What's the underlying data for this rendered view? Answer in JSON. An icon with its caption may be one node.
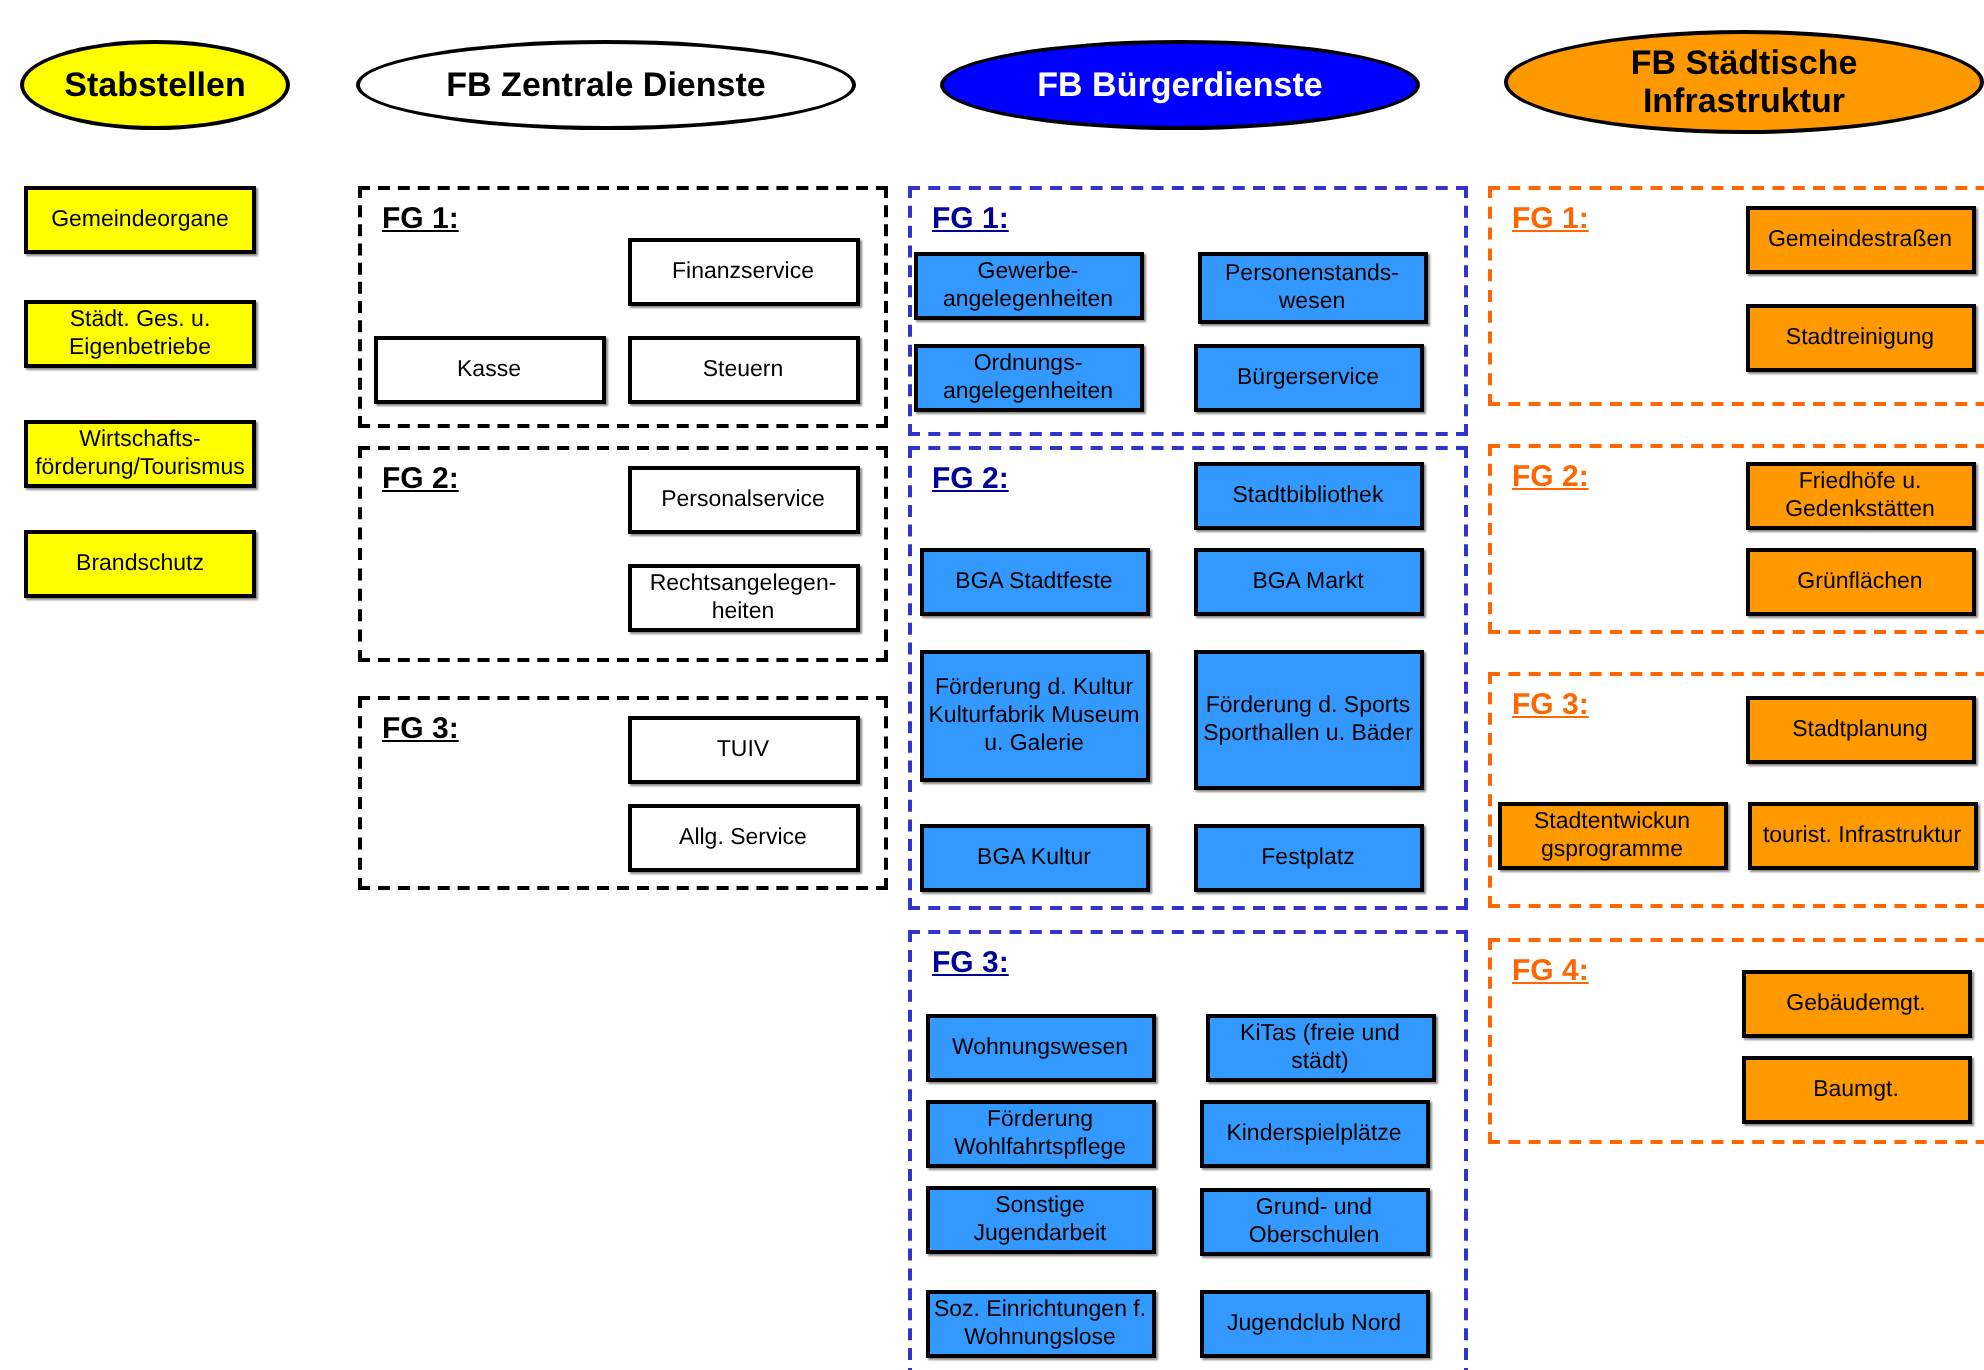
{
  "diagram": {
    "nodes": [
      {
        "text": [
          "Stabstellen"
        ]
      },
      {
        "text": [
          "FB Zentrale Dienste"
        ]
      },
      {
        "text": [
          "FB Bürgerdienste"
        ]
      },
      {
        "text": [
          "FB Städtische Infrastruktur"
        ]
      },
      {
        "text": [
          "Gemeindeorgane"
        ]
      },
      {
        "text": [
          "Städt. Ges. u. Eigenbetriebe"
        ]
      },
      {
        "text": [
          "Wirtschafts- förderung/Tourismus"
        ]
      },
      {
        "text": [
          "Brandschutz"
        ]
      },
      {
        "text": [
          "FG 1:"
        ]
      },
      {
        "text": [
          "Finanzservice"
        ],
        "in": 8
      },
      {
        "text": [
          "Kasse"
        ],
        "in": 8
      },
      {
        "text": [
          "Steuern"
        ],
        "in": 8
      },
      {
        "text": [
          "FG 2:"
        ]
      },
      {
        "text": [
          "Personalservice"
        ],
        "in": 12
      },
      {
        "text": [
          "Rechtsangelegen- heiten"
        ],
        "in": 12
      },
      {
        "text": [
          "FG 3:"
        ]
      },
      {
        "text": [
          "TUIV"
        ],
        "in": 15
      },
      {
        "text": [
          "Allg. Service"
        ],
        "in": 15
      },
      {
        "text": [
          "FG 1:"
        ]
      },
      {
        "text": [
          "Gewerbe- angelegenheiten"
        ],
        "in": 18
      },
      {
        "text": [
          "Personenstands- wesen"
        ],
        "in": 18
      },
      {
        "text": [
          "Ordnungs- angelegenheiten"
        ],
        "in": 18
      },
      {
        "text": [
          "Bürgerservice"
        ],
        "in": 18
      },
      {
        "text": [
          "FG 2:"
        ]
      },
      {
        "text": [
          "Stadtbibliothek"
        ],
        "in": 23
      },
      {
        "text": [
          "BGA Stadtfeste"
        ],
        "in": 23
      },
      {
        "text": [
          "BGA Markt"
        ],
        "in": 23
      },
      {
        "text": [
          "Förderung d. Kultur Kulturfabrik Museum u. Galerie"
        ],
        "in": 23
      },
      {
        "text": [
          "Förderung d. Sports Sporthallen u. Bäder"
        ],
        "in": 23
      },
      {
        "text": [
          "BGA Kultur"
        ],
        "in": 23
      },
      {
        "text": [
          "Festplatz"
        ],
        "in": 23
      },
      {
        "text": [
          "FG 3:"
        ]
      },
      {
        "text": [
          "Wohnungswesen"
        ],
        "in": 31
      },
      {
        "text": [
          "KiTas (freie und städt)"
        ],
        "in": 31
      },
      {
        "text": [
          "Förderung Wohlfahrtspflege"
        ],
        "in": 31
      },
      {
        "text": [
          "Kinderspielplätze"
        ],
        "in": 31
      },
      {
        "text": [
          "Sonstige Jugendarbeit"
        ],
        "in": 31
      },
      {
        "text": [
          "Grund- und Oberschulen"
        ],
        "in": 31
      },
      {
        "text": [
          "Soz. Einrichtungen f. Wohnungslose"
        ],
        "in": 31
      },
      {
        "text": [
          "Jugendclub Nord"
        ],
        "in": 31
      },
      {
        "text": [
          "FG 1:"
        ]
      },
      {
        "text": [
          "Gemeindestraßen"
        ],
        "in": 40
      },
      {
        "text": [
          "Stadtreinigung"
        ],
        "in": 40
      },
      {
        "text": [
          "FG 2:"
        ]
      },
      {
        "text": [
          "Friedhöfe u. Gedenkstätten"
        ],
        "in": 43
      },
      {
        "text": [
          "Grünflächen"
        ],
        "in": 43
      },
      {
        "text": [
          "FG 3:"
        ]
      },
      {
        "text": [
          "Stadtplanung"
        ],
        "in": 46
      },
      {
        "text": [
          "Stadtentwickun gsprogramme"
        ],
        "in": 46
      },
      {
        "text": [
          "tourist. Infrastruktur"
        ],
        "in": 46
      },
      {
        "text": [
          "FG 4:"
        ]
      },
      {
        "text": [
          "Gebäudemgt."
        ],
        "in": 50
      },
      {
        "text": [
          "Baumgt."
        ],
        "in": 50
      }
    ]
  }
}
